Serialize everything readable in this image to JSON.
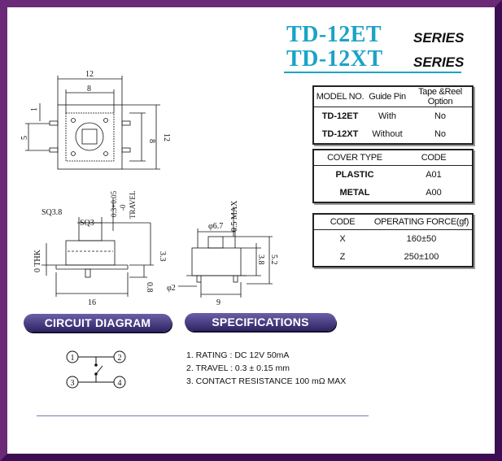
{
  "header": {
    "title1": "TD-12ET",
    "title2": "TD-12XT",
    "series_label": "SERIES"
  },
  "table_model": {
    "headers": [
      "MODEL NO.",
      "Guide Pin",
      "Tape &Reel Option"
    ],
    "rows": [
      [
        "TD-12ET",
        "With",
        "No"
      ],
      [
        "TD-12XT",
        "Without",
        "No"
      ]
    ]
  },
  "table_cover": {
    "headers": [
      "COVER TYPE",
      "CODE"
    ],
    "rows": [
      [
        "PLASTIC",
        "A01"
      ],
      [
        "METAL",
        "A00"
      ]
    ]
  },
  "table_force": {
    "headers": [
      "CODE",
      "OPERATING FORCE(gf)"
    ],
    "rows": [
      [
        "X",
        "160±50"
      ],
      [
        "Z",
        "250±100"
      ]
    ]
  },
  "drawing_labels": {
    "top_w12": "12",
    "top_w8": "8",
    "top_1": "1",
    "top_5": "5",
    "top_h8": "8",
    "top_h12": "12",
    "sq38": "SQ3.8",
    "sq3": "SQ3",
    "tol": "0.3+0.05",
    "tol2": "-0",
    "travel": "TRAVEL",
    "thk": "0 THK",
    "h33": "3.3",
    "h08": "0.8",
    "w16": "16",
    "d67": "φ6.7",
    "max05": "0.5 MAX",
    "h38": "3.8",
    "h52": "5.2",
    "d2": "φ2",
    "w9": "9"
  },
  "sections": {
    "circuit": "CIRCUIT DIAGRAM",
    "specs": "SPECIFICATIONS"
  },
  "circuit_pins": [
    "1",
    "2",
    "3",
    "4"
  ],
  "specifications": [
    "1. RATING : DC 12V  50mA",
    "2. TRAVEL : 0.3 ± 0.15 mm",
    "3. CONTACT RESISTANCE 100 mΩ MAX"
  ],
  "colors": {
    "title": "#1aa3c7",
    "frame": "#6a2a78",
    "pill": "#3f3580"
  }
}
